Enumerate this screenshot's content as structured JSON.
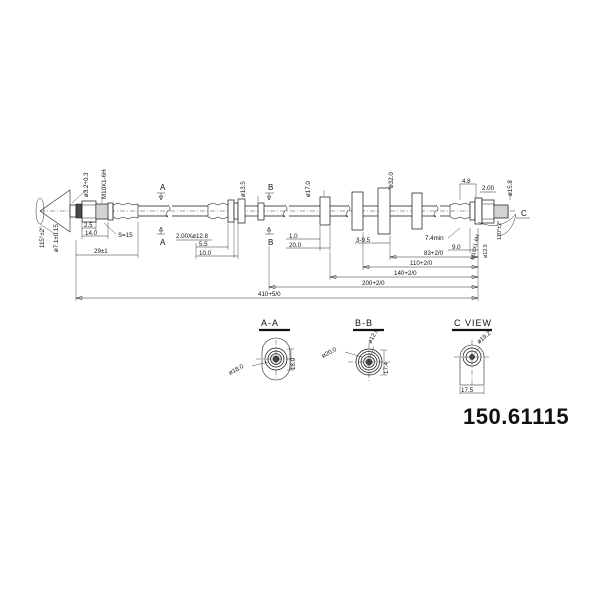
{
  "drawing": {
    "part_number": "150.61115",
    "type": "brake-hose-technical-drawing"
  },
  "left_end": {
    "angle": "115°±2°",
    "hole_dia": "ø3.2+0.3",
    "flange_dia": "ø7.1±0.15",
    "thread": "M10X1-6H",
    "dim_2_5": "2.5",
    "dim_14_0": "14.0",
    "spanner": "S=15",
    "dim_29": "29±1"
  },
  "mid_left": {
    "section_a_top": "A",
    "section_a_bottom": "A",
    "crimp": "2.00Xø12.8",
    "dim_5_5": "5.5",
    "dim_10_0": "10.0",
    "dia_13_5": "ø13.5"
  },
  "mid_right": {
    "section_b_top": "B",
    "section_b_bottom": "B",
    "dia_17_0": "ø17.0",
    "dim_1_0": "1.0",
    "dim_20_0": "20.0",
    "dia_32_0": "ø32.0",
    "dim_3_9_5": "3-9.5"
  },
  "right_end": {
    "dim_4_8": "4.8",
    "dim_2_00": "2.00",
    "dia_15_8": "ø15.8",
    "angle": "120°±2°",
    "view_c_marker": "C",
    "min_7_4": "7.4min",
    "dim_9_0": "9.0",
    "thread": "M10X1-6H",
    "dia_12_5": "ø12.5"
  },
  "overall_dims": {
    "d83": "83+2/0",
    "d110": "110+2/0",
    "d140": "140+2/0",
    "d200": "200+2/0",
    "d410": "410+5/0"
  },
  "sections": {
    "aa": {
      "title": "A-A",
      "dia": "ø18.0",
      "height": "16.0"
    },
    "bb": {
      "title": "B-B",
      "dia_outer": "ø20.0",
      "dia_inner": "ø12.0",
      "height": "17.4"
    },
    "cview": {
      "title": "C VIEW",
      "dia": "ø19.2",
      "width": "17.5"
    }
  }
}
